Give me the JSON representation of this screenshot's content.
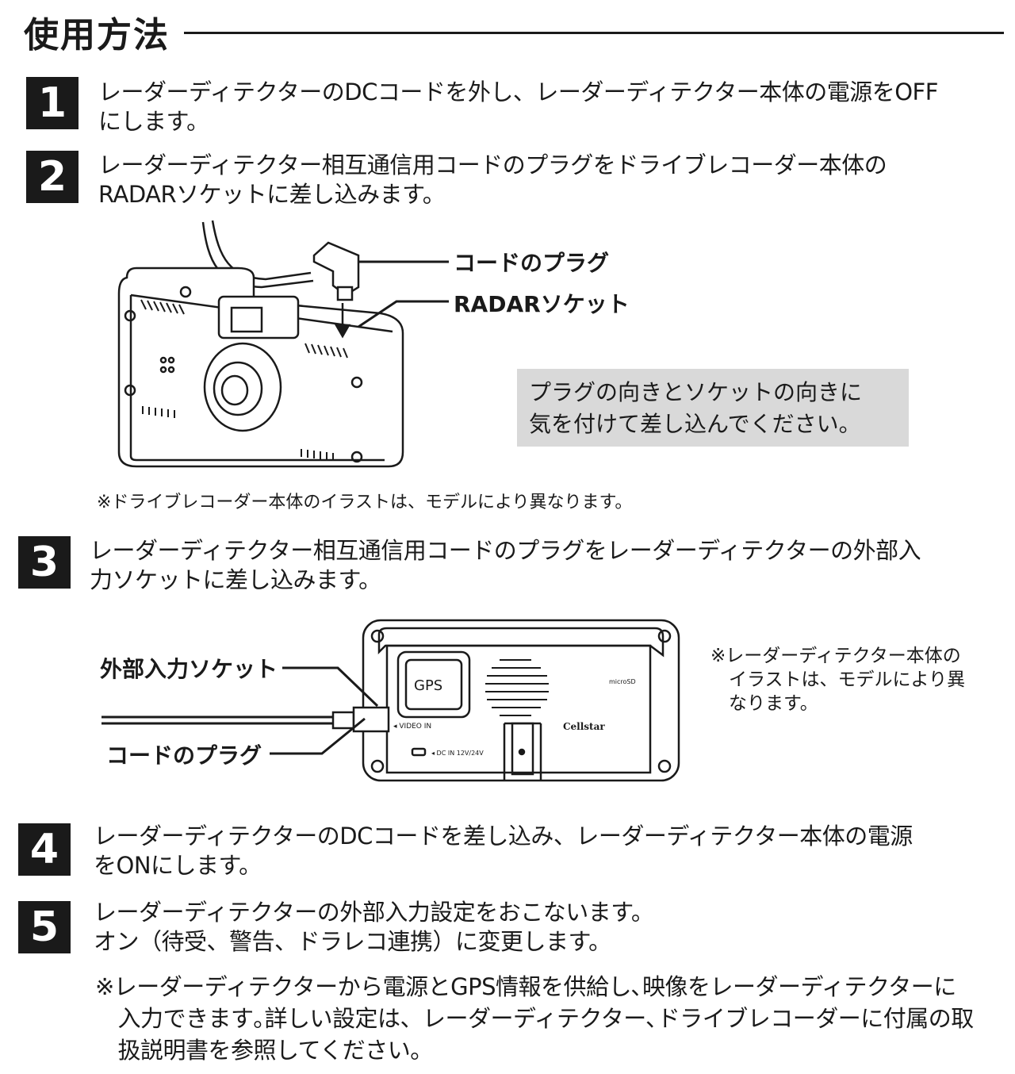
{
  "header": {
    "title": "使用方法"
  },
  "steps": [
    {
      "num": "1",
      "text": "レーダーディテクターのDCコードを外し、レーダーディテクター本体の電源をOFF\nにします。"
    },
    {
      "num": "2",
      "text": "レーダーディテクター相互通信用コードのプラグをドライブレコーダー本体の\nRADARソケットに差し込みます。"
    },
    {
      "num": "3",
      "text": "レーダーディテクター相互通信用コードのプラグをレーダーディテクターの外部入\n力ソケットに差し込みます。"
    },
    {
      "num": "4",
      "text": "レーダーディテクターのDCコードを差し込み、レーダーディテクター本体の電源\nをONにします。"
    },
    {
      "num": "5",
      "text": "レーダーディテクターの外部入力設定をおこないます。\nオン（待受、警告、ドラレコ連携）に変更します。"
    }
  ],
  "figure1": {
    "plug_label": "コードのプラグ",
    "socket_label": "RADARソケット",
    "tip": "プラグの向きとソケットの向きに\n気を付けて差し込んでください。",
    "note": "※ドライブレコーダー本体のイラストは、モデルにより異なります。"
  },
  "figure2": {
    "socket_label": "外部入力ソケット",
    "plug_label": "コードのプラグ",
    "note": "※レーダーディテクター本体の\n　イラストは、モデルにより異\n　なります。",
    "gps": "GPS",
    "video_in": "◂ VIDEO IN",
    "dc_in": "◂ DC IN 12V/24V",
    "brand": "Cellstar",
    "micro_sd": "microSD"
  },
  "footnote": "※レーダーディテクターから電源とGPS情報を供給し､映像をレーダーディテクターに\n　入力できます｡詳しい設定は、レーダーディテクター､ドライブレコーダーに付属の取\n　扱説明書を参照してください。",
  "colors": {
    "ink": "#1a1a1a",
    "tip_bg": "#d9d9d9"
  }
}
